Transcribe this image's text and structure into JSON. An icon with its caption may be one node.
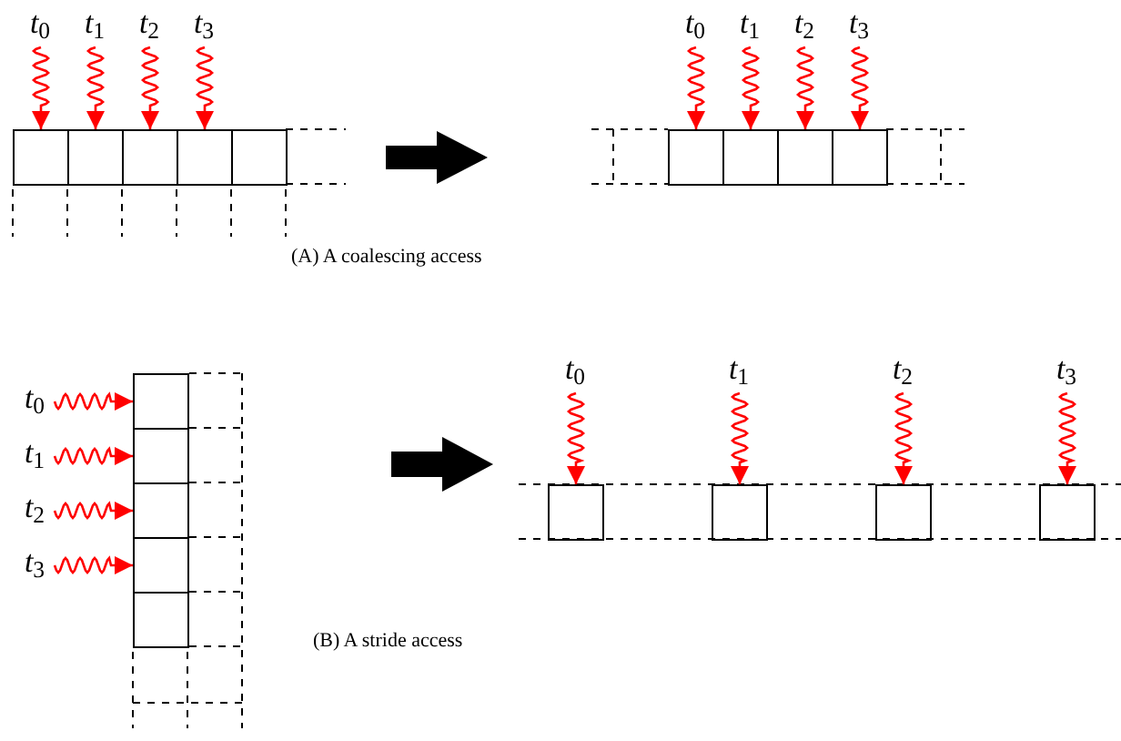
{
  "diagram": {
    "nodes": [
      {
        "text": [
          "*t*$_{0}$"
        ]
      },
      {
        "text": [
          "*t*$_{1}$"
        ]
      },
      {
        "text": [
          "*t*$_{2}$"
        ]
      },
      {
        "text": [
          "*t*$_{3}$"
        ]
      },
      {
        "text": [],
        "shape": "box"
      },
      {
        "text": [],
        "shape": "box"
      },
      {
        "text": [],
        "shape": "box"
      },
      {
        "text": [],
        "shape": "box"
      },
      {
        "text": [],
        "shape": "box"
      },
      {
        "text": [
          "*t*$_{0}$"
        ]
      },
      {
        "text": [
          "*t*$_{1}$"
        ]
      },
      {
        "text": [
          "*t*$_{2}$"
        ]
      },
      {
        "text": [
          "*t*$_{3}$"
        ]
      },
      {
        "text": [],
        "shape": "box"
      },
      {
        "text": [],
        "shape": "box"
      },
      {
        "text": [],
        "shape": "box"
      },
      {
        "text": [],
        "shape": "box"
      },
      {
        "text": [
          "*t*$_{0}$"
        ]
      },
      {
        "text": [
          "*t*$_{1}$"
        ]
      },
      {
        "text": [
          "*t*$_{2}$"
        ]
      },
      {
        "text": [
          "*t*$_{3}$"
        ]
      },
      {
        "text": [],
        "shape": "box"
      },
      {
        "text": [],
        "shape": "box"
      },
      {
        "text": [],
        "shape": "box"
      },
      {
        "text": [],
        "shape": "box"
      },
      {
        "text": [],
        "shape": "box"
      },
      {
        "text": [
          "*t*$_{0}$"
        ]
      },
      {
        "text": [
          "*t*$_{1}$"
        ]
      },
      {
        "text": [
          "*t*$_{2}$"
        ]
      },
      {
        "text": [
          "*t*$_{3}$"
        ]
      },
      {
        "text": [],
        "shape": "box"
      },
      {
        "text": [],
        "shape": "box"
      },
      {
        "text": [],
        "shape": "box"
      },
      {
        "text": [],
        "shape": "box"
      }
    ],
    "edges": [
      {
        "from": 0,
        "to": 4,
        "arrow": "to",
        "color": "#ff0000"
      },
      {
        "from": 1,
        "to": 5,
        "arrow": "to",
        "color": "#ff0000"
      },
      {
        "from": 2,
        "to": 6,
        "arrow": "to",
        "color": "#ff0000"
      },
      {
        "from": 3,
        "to": 7,
        "arrow": "to",
        "color": "#ff0000"
      },
      {
        "from": 9,
        "to": 13,
        "arrow": "to",
        "color": "#ff0000"
      },
      {
        "from": 10,
        "to": 14,
        "arrow": "to",
        "color": "#ff0000"
      },
      {
        "from": 11,
        "to": 15,
        "arrow": "to",
        "color": "#ff0000"
      },
      {
        "from": 12,
        "to": 16,
        "arrow": "to",
        "color": "#ff0000"
      },
      {
        "from": 17,
        "to": 21,
        "arrow": "to",
        "color": "#ff0000"
      },
      {
        "from": 18,
        "to": 22,
        "arrow": "to",
        "color": "#ff0000"
      },
      {
        "from": 19,
        "to": 23,
        "arrow": "to",
        "color": "#ff0000"
      },
      {
        "from": 20,
        "to": 24,
        "arrow": "to",
        "color": "#ff0000"
      },
      {
        "from": 26,
        "to": 30,
        "arrow": "to",
        "color": "#ff0000"
      },
      {
        "from": 27,
        "to": 31,
        "arrow": "to",
        "color": "#ff0000"
      },
      {
        "from": 28,
        "to": 32,
        "arrow": "to",
        "color": "#ff0000"
      },
      {
        "from": 29,
        "to": 33,
        "arrow": "to",
        "color": "#ff0000"
      }
    ],
    "labels": [
      "(A) A coalescing access",
      "(B) A stride access"
    ]
  }
}
